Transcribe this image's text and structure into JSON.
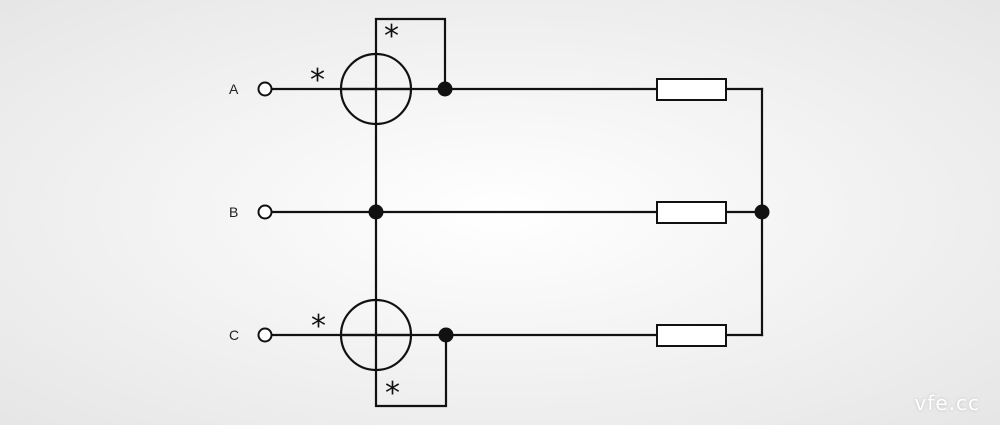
{
  "colors": {
    "background_center": "#ffffff",
    "background_edge": "#e6e6e6",
    "line": "#111111",
    "watermark": "#ffffff"
  },
  "phases": {
    "a": "A",
    "b": "B",
    "c": "C"
  },
  "meters": {
    "top": {
      "current_mark": "*",
      "voltage_mark": "*"
    },
    "bottom": {
      "current_mark": "*",
      "voltage_mark": "*"
    }
  },
  "watermark": "vfe.cc"
}
